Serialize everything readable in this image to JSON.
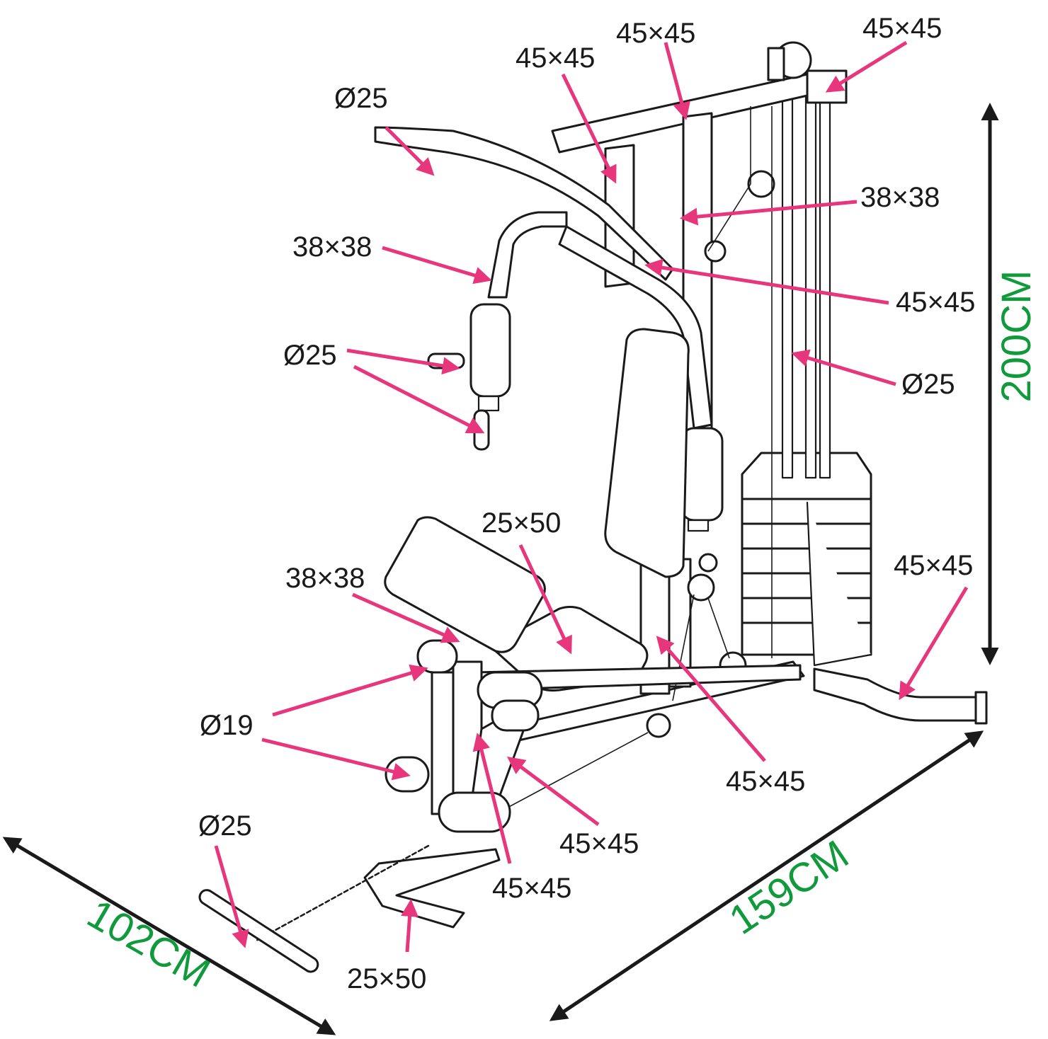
{
  "colors": {
    "line": "#1a1a1a",
    "callout_arrow": "#e8367d",
    "dimension_text": "#119a3c",
    "dimension_arrow": "#1a1a1a",
    "background": "#ffffff"
  },
  "dimensions": {
    "height": "200CM",
    "length": "159CM",
    "width": "102CM"
  },
  "callouts": [
    {
      "id": "c01",
      "text": "45×45"
    },
    {
      "id": "c02",
      "text": "45×45"
    },
    {
      "id": "c03",
      "text": "45×45"
    },
    {
      "id": "c04",
      "text": "Ø25"
    },
    {
      "id": "c05",
      "text": "38×38"
    },
    {
      "id": "c06",
      "text": "38×38"
    },
    {
      "id": "c07",
      "text": "45×45"
    },
    {
      "id": "c08",
      "text": "Ø25"
    },
    {
      "id": "c09",
      "text": "Ø25"
    },
    {
      "id": "c10",
      "text": "25×50"
    },
    {
      "id": "c11",
      "text": "38×38"
    },
    {
      "id": "c12",
      "text": "45×45"
    },
    {
      "id": "c13",
      "text": "Ø19"
    },
    {
      "id": "c14",
      "text": "45×45"
    },
    {
      "id": "c15",
      "text": "45×45"
    },
    {
      "id": "c16",
      "text": "Ø25"
    },
    {
      "id": "c17",
      "text": "45×45"
    },
    {
      "id": "c18",
      "text": "25×50"
    }
  ]
}
